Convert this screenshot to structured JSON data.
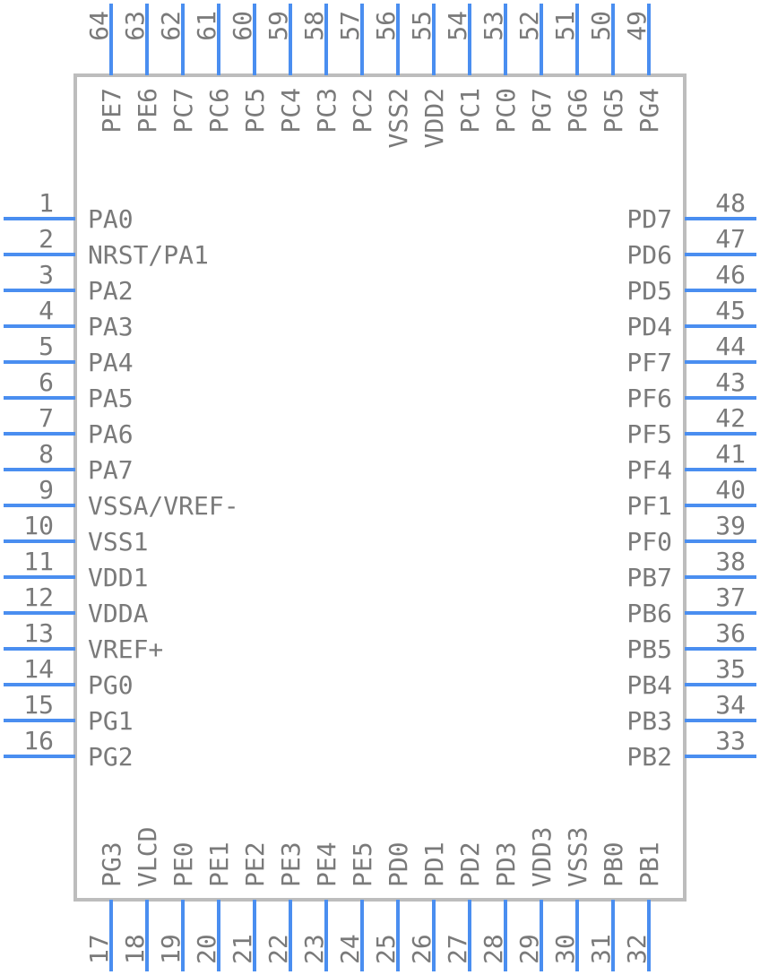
{
  "package": {
    "left_pins": [
      {
        "num": "1",
        "name": "PA0"
      },
      {
        "num": "2",
        "name": "NRST/PA1"
      },
      {
        "num": "3",
        "name": "PA2"
      },
      {
        "num": "4",
        "name": "PA3"
      },
      {
        "num": "5",
        "name": "PA4"
      },
      {
        "num": "6",
        "name": "PA5"
      },
      {
        "num": "7",
        "name": "PA6"
      },
      {
        "num": "8",
        "name": "PA7"
      },
      {
        "num": "9",
        "name": "VSSA/VREF-"
      },
      {
        "num": "10",
        "name": "VSS1"
      },
      {
        "num": "11",
        "name": "VDD1"
      },
      {
        "num": "12",
        "name": "VDDA"
      },
      {
        "num": "13",
        "name": "VREF+"
      },
      {
        "num": "14",
        "name": "PG0"
      },
      {
        "num": "15",
        "name": "PG1"
      },
      {
        "num": "16",
        "name": "PG2"
      }
    ],
    "bottom_pins": [
      {
        "num": "17",
        "name": "PG3"
      },
      {
        "num": "18",
        "name": "VLCD"
      },
      {
        "num": "19",
        "name": "PE0"
      },
      {
        "num": "20",
        "name": "PE1"
      },
      {
        "num": "21",
        "name": "PE2"
      },
      {
        "num": "22",
        "name": "PE3"
      },
      {
        "num": "23",
        "name": "PE4"
      },
      {
        "num": "24",
        "name": "PE5"
      },
      {
        "num": "25",
        "name": "PD0"
      },
      {
        "num": "26",
        "name": "PD1"
      },
      {
        "num": "27",
        "name": "PD2"
      },
      {
        "num": "28",
        "name": "PD3"
      },
      {
        "num": "29",
        "name": "VDD3"
      },
      {
        "num": "30",
        "name": "VSS3"
      },
      {
        "num": "31",
        "name": "PB0"
      },
      {
        "num": "32",
        "name": "PB1"
      }
    ],
    "right_pins": [
      {
        "num": "33",
        "name": "PB2"
      },
      {
        "num": "34",
        "name": "PB3"
      },
      {
        "num": "35",
        "name": "PB4"
      },
      {
        "num": "36",
        "name": "PB5"
      },
      {
        "num": "37",
        "name": "PB6"
      },
      {
        "num": "38",
        "name": "PB7"
      },
      {
        "num": "39",
        "name": "PF0"
      },
      {
        "num": "40",
        "name": "PF1"
      },
      {
        "num": "41",
        "name": "PF4"
      },
      {
        "num": "42",
        "name": "PF5"
      },
      {
        "num": "43",
        "name": "PF6"
      },
      {
        "num": "44",
        "name": "PF7"
      },
      {
        "num": "45",
        "name": "PD4"
      },
      {
        "num": "46",
        "name": "PD5"
      },
      {
        "num": "47",
        "name": "PD6"
      },
      {
        "num": "48",
        "name": "PD7"
      }
    ],
    "top_pins": [
      {
        "num": "49",
        "name": "PG4"
      },
      {
        "num": "50",
        "name": "PG5"
      },
      {
        "num": "51",
        "name": "PG6"
      },
      {
        "num": "52",
        "name": "PG7"
      },
      {
        "num": "53",
        "name": "PC0"
      },
      {
        "num": "54",
        "name": "PC1"
      },
      {
        "num": "55",
        "name": "VDD2"
      },
      {
        "num": "56",
        "name": "VSS2"
      },
      {
        "num": "57",
        "name": "PC2"
      },
      {
        "num": "58",
        "name": "PC3"
      },
      {
        "num": "59",
        "name": "PC4"
      },
      {
        "num": "60",
        "name": "PC5"
      },
      {
        "num": "61",
        "name": "PC6"
      },
      {
        "num": "62",
        "name": "PC7"
      },
      {
        "num": "63",
        "name": "PE6"
      },
      {
        "num": "64",
        "name": "PE7"
      }
    ],
    "colors": {
      "pin": "#4a8ef0",
      "body_outline": "#bdbdbd",
      "text": "#7a7a7a"
    }
  }
}
